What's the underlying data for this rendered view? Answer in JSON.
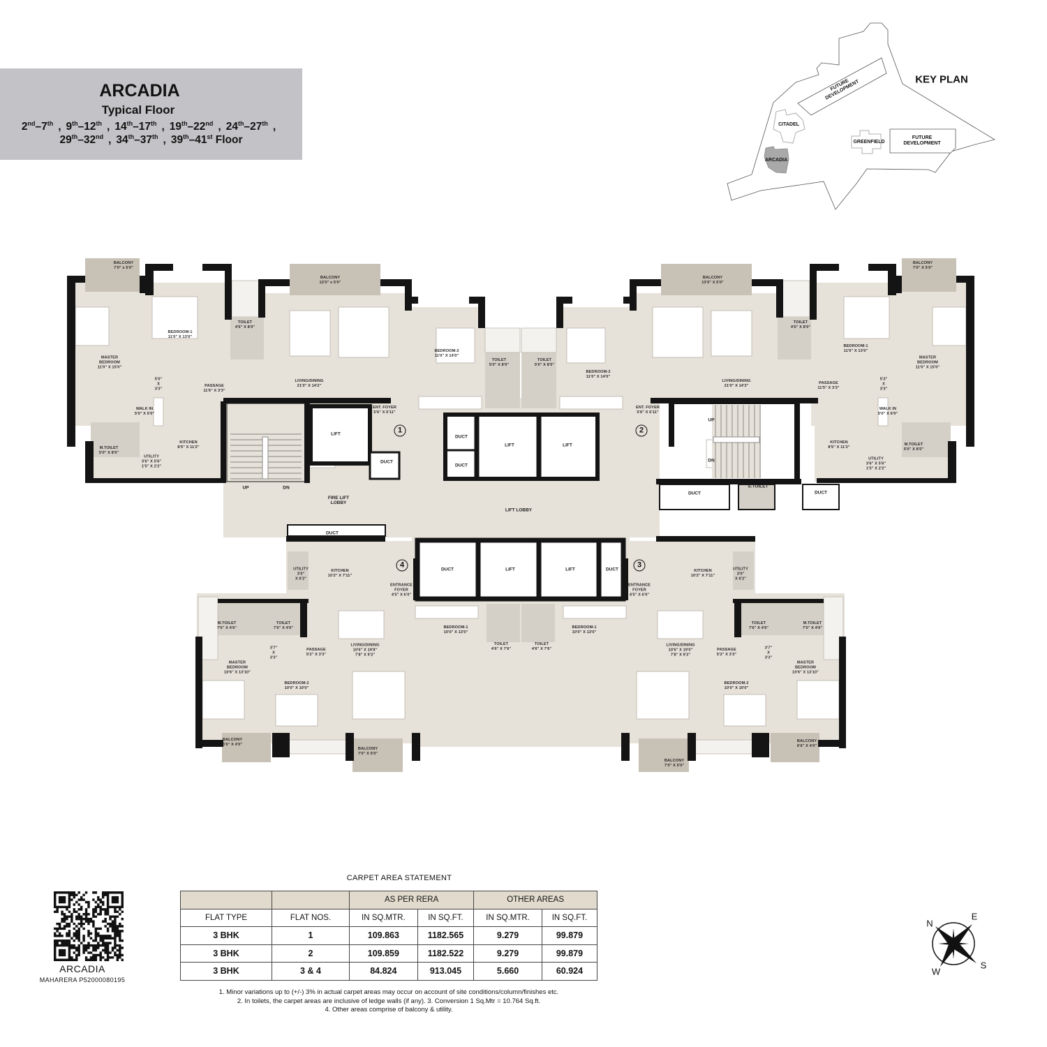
{
  "header": {
    "title": "ARCADIA",
    "subtitle": "Typical Floor",
    "floor_ranges_line1": [
      {
        "a": "2",
        "as": "nd",
        "b": "7",
        "bs": "th"
      },
      {
        "a": "9",
        "as": "th",
        "b": "12",
        "bs": "th"
      },
      {
        "a": "14",
        "as": "th",
        "b": "17",
        "bs": "th"
      },
      {
        "a": "19",
        "as": "th",
        "b": "22",
        "bs": "nd"
      },
      {
        "a": "24",
        "as": "th",
        "b": "27",
        "bs": "th"
      }
    ],
    "floor_ranges_line2": [
      {
        "a": "29",
        "as": "th",
        "b": "32",
        "bs": "nd"
      },
      {
        "a": "34",
        "as": "th",
        "b": "37",
        "bs": "th"
      },
      {
        "a": "39",
        "as": "th",
        "b": "41",
        "bs": "st"
      }
    ],
    "floor_word": "Floor"
  },
  "key_plan": {
    "title": "KEY PLAN",
    "future_development_1": "FUTURE DEVELOPMENT",
    "citadel": "CITADEL",
    "arcadia": "ARCADIA",
    "greenfield": "GREENFIELD",
    "future_development_2": "FUTURE DEVELOPMENT",
    "highlight_color": "#a9a9a9"
  },
  "colors": {
    "floor": "#e6e1d9",
    "balcony": "#c8c1b5",
    "toilet": "#d4cfc7",
    "wall": "#141414",
    "title_box": "#c3c2c6",
    "table_header": "#e2dbcd"
  },
  "plan": {
    "flat1": {
      "number": "1",
      "balcony_small": {
        "name": "BALCONY",
        "dim": "7'0\" x 5'0\""
      },
      "master_bedroom": {
        "name": "MASTER BEDROOM",
        "dim": "11'0\" X 15'0\""
      },
      "bedroom1": {
        "name": "BEDROOM-1",
        "dim": "11'0\" X 13'0\""
      },
      "toilet": {
        "name": "TOILET",
        "dim": "4'6\" X 8'0\""
      },
      "balcony_large": {
        "name": "BALCONY",
        "dim": "12'0\" x 5'0\""
      },
      "living_dining": {
        "name": "LIVING/DINING",
        "dim": "21'0\" X 14'2\""
      },
      "bedroom2": {
        "name": "BEDROOM-2",
        "dim": "11'0\" X 14'0\""
      },
      "toilet2": {
        "name": "TOILET",
        "dim": "5'0\" X 8'0\""
      },
      "passage": {
        "name": "PASSAGE",
        "dim": "11'6\" X 3'3\""
      },
      "walk_gap": {
        "name": "5'0\"",
        "dim": "X",
        "dim2": "3'3\""
      },
      "walk_in": {
        "name": "WALK IN",
        "dim": "5'0\" X 5'0\""
      },
      "m_toilet": {
        "name": "M.TOILET",
        "dim": "5'0\" X 8'0\""
      },
      "kitchen": {
        "name": "KITCHEN",
        "dim": "8'5\" X 11'2\""
      },
      "utility": {
        "name": "UTILITY",
        "dim": "3'6\" X 5'6\"",
        "dim2": "1'5\" X 2'2\""
      },
      "ent_foyer": {
        "name": "ENT. FOYER",
        "dim": "5'6\" X 6'11\""
      }
    },
    "flat2": {
      "number": "2",
      "balcony_large": {
        "name": "BALCONY",
        "dim": "13'0\" X 5'0\""
      },
      "bedroom2": {
        "name": "BEDROOM-2",
        "dim": "11'0\" X 14'0\""
      },
      "toilet2": {
        "name": "TOILET",
        "dim": "5'0\" X 8'0\""
      },
      "living_dining": {
        "name": "LIVING/DINING",
        "dim": "21'0\" X 14'3\""
      },
      "toilet": {
        "name": "TOILET",
        "dim": "4'6\" X 8'0\""
      },
      "bedroom1": {
        "name": "BEDROOM-1",
        "dim": "11'0\" X 13'0\""
      },
      "master_bedroom": {
        "name": "MASTER BEDROOM",
        "dim": "11'0\" X 15'0\""
      },
      "balcony_small": {
        "name": "BALCONY",
        "dim": "7'0\" X 5'0\""
      },
      "passage": {
        "name": "PASSAGE",
        "dim": "11'5\" X 3'3\""
      },
      "walk_gap": {
        "name": "5'3\"",
        "dim": "X",
        "dim2": "3'3\""
      },
      "walk_in": {
        "name": "WALK IN",
        "dim": "5'0\" X 6'0\""
      },
      "kitchen": {
        "name": "KITCHEN",
        "dim": "8'5\" X 11'2\""
      },
      "utility": {
        "name": "UTILITY",
        "dim": "3'6\" X 5'6\"",
        "dim2": "1'5\" X 2'2\""
      },
      "m_toilet": {
        "name": "M.TOILET",
        "dim": "5'0\" X 8'0\""
      },
      "ent_foyer": {
        "name": "ENT. FOYER",
        "dim": "5'6\" X 6'11\""
      }
    },
    "flat3": {
      "number": "3",
      "kitchen": {
        "name": "KITCHEN",
        "dim": "10'2\" X 7'11\""
      },
      "utility": {
        "name": "UTILITY",
        "dim": "3'0\"",
        "dim2": "X 6'2\""
      },
      "entrance_foyer": {
        "name": "ENTRANCE FOYER",
        "dim": "4'5\" X 6'0\""
      },
      "toilet": {
        "name": "TOILET",
        "dim": "7'6\" X 4'6\""
      },
      "m_toilet": {
        "name": "M.TOILET",
        "dim": "7'5\" X 4'6\""
      },
      "living_dining": {
        "name": "LIVING/DINING",
        "dim": "10'6\" X 19'0\"",
        "dim2": "7'8\" X 9'2\""
      },
      "passage": {
        "name": "PASSAGE",
        "dim": "5'2\" X 3'3\""
      },
      "gap": {
        "name": "3'7\"",
        "dim": "X",
        "dim2": "3'3\""
      },
      "master_bedroom": {
        "name": "MASTER BEDROOM",
        "dim": "10'6\" X 13'10\""
      },
      "bedroom2": {
        "name": "BEDROOM-2",
        "dim": "10'0\" X 10'0\""
      },
      "balcony_small": {
        "name": "BALCONY",
        "dim": "6'6\" X 4'0\""
      },
      "balcony_large": {
        "name": "BALCONY",
        "dim": "7'0\" X 5'0\""
      },
      "bedroom1": {
        "name": "BEDROOM-1",
        "dim": "10'0\" X 13'0\""
      },
      "toilet2": {
        "name": "TOILET",
        "dim": "4'6\" X 7'6\""
      }
    },
    "flat4": {
      "number": "4",
      "utility": {
        "name": "UTILITY",
        "dim": "3'0\"",
        "dim2": "X 6'2\""
      },
      "kitchen": {
        "name": "KITCHEN",
        "dim": "10'2\" X 7'11\""
      },
      "entrance_foyer": {
        "name": "ENTRANCE FOYER",
        "dim": "4'5\" X 6'0\""
      },
      "m_toilet": {
        "name": "M.TOILET",
        "dim": "7'6\" X 4'6\""
      },
      "toilet": {
        "name": "TOILET",
        "dim": "7'6\" X 4'6\""
      },
      "passage": {
        "name": "PASSAGE",
        "dim": "5'2\" X 3'3\""
      },
      "gap": {
        "name": "3'7\"",
        "dim": "X",
        "dim2": "3'3\""
      },
      "living_dining": {
        "name": "LIVING/DINING",
        "dim": "10'6\" X 19'8\"",
        "dim2": "7'8\" X 9'2\""
      },
      "master_bedroom": {
        "name": "MASTER BEDROOM",
        "dim": "10'6\" X 13'10\""
      },
      "bedroom2": {
        "name": "BEDROOM-2",
        "dim": "10'0\" X 10'0\""
      },
      "balcony_small": {
        "name": "BALCONY",
        "dim": "6'6\" X 4'0\""
      },
      "balcony_large": {
        "name": "BALCONY",
        "dim": "7'0\" X 5'0\""
      },
      "bedroom1": {
        "name": "BEDROOM-1",
        "dim": "10'0\" X 13'0\""
      },
      "toilet2": {
        "name": "TOILET",
        "dim": "4'6\" X 7'6\""
      }
    },
    "core": {
      "lift": "LIFT",
      "duct": "DUCT",
      "fire_lift_lobby": "FIRE LIFT LOBBY",
      "lift_lobby": "LIFT LOBBY",
      "up": "UP",
      "dn": "DN",
      "s_toilet": "S.TOILET"
    }
  },
  "carpet_area": {
    "title": "CARPET AREA STATEMENT",
    "group_headers": [
      "",
      "",
      "AS PER RERA",
      "OTHER AREAS"
    ],
    "columns": [
      "FLAT TYPE",
      "FLAT NOS.",
      "IN SQ.MTR.",
      "IN SQ.FT.",
      "IN SQ.MTR.",
      "IN SQ.FT."
    ],
    "rows": [
      [
        "3 BHK",
        "1",
        "109.863",
        "1182.565",
        "9.279",
        "99.879"
      ],
      [
        "3 BHK",
        "2",
        "109.859",
        "1182.522",
        "9.279",
        "99.879"
      ],
      [
        "3 BHK",
        "3 & 4",
        "84.824",
        "913.045",
        "5.660",
        "60.924"
      ]
    ],
    "notes": [
      "1. Minor variations up to (+/-) 3% in actual carpet areas may occur on account of site conditions/column/finishes etc.",
      "2. In toilets, the carpet areas are inclusive of ledge walls (if any). 3. Conversion 1 Sq.Mtr = 10.764 Sq.ft.",
      "4. Other areas comprise of balcony & utility."
    ]
  },
  "qr": {
    "caption": "ARCADIA",
    "rera": "MAHARERA P52000080195"
  },
  "compass": {
    "n": "N",
    "e": "E",
    "s": "S",
    "w": "W"
  }
}
